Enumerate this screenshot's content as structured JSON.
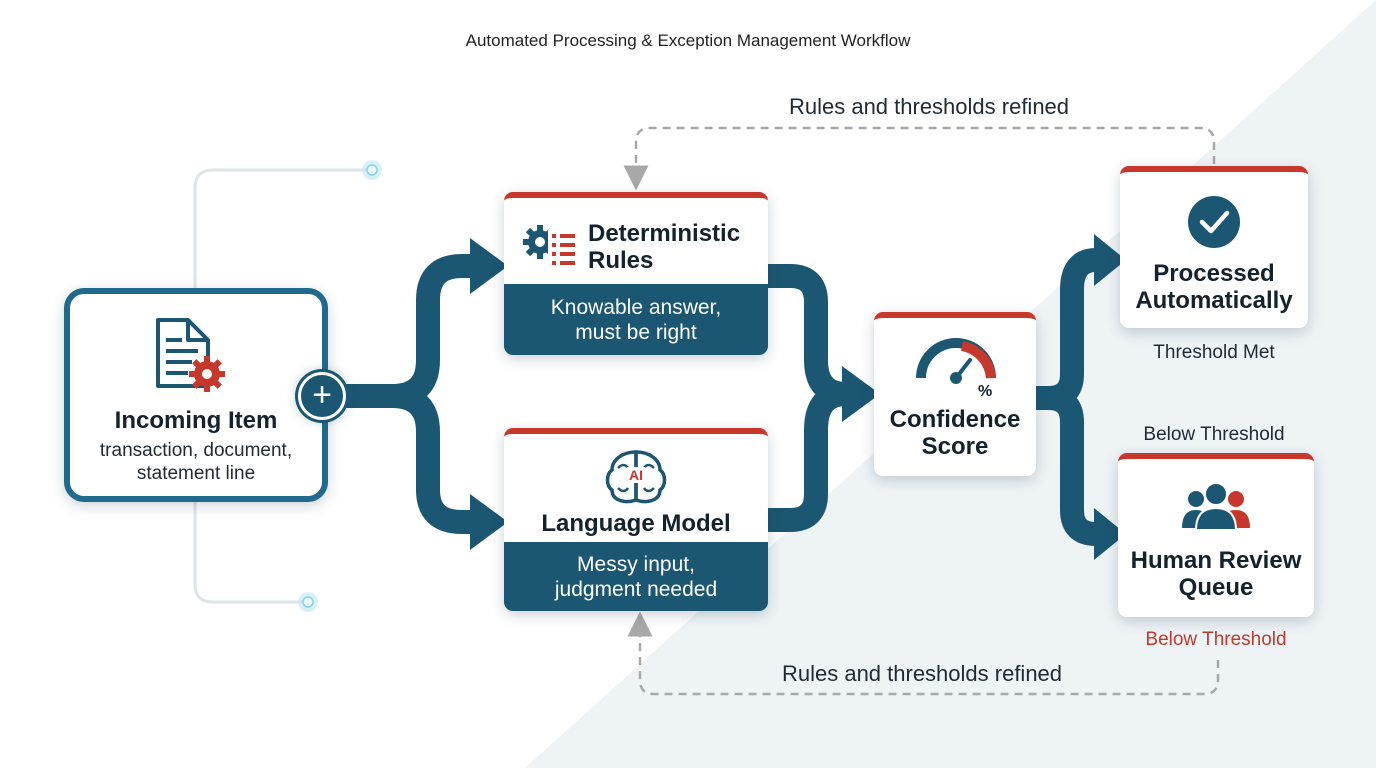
{
  "title": "Automated Processing & Exception Management Workflow",
  "feedback_top_label": "Rules and thresholds refined",
  "feedback_bottom_label": "Rules and thresholds refined",
  "incoming": {
    "title": "Incoming Item",
    "subtitle_line1": "transaction, document,",
    "subtitle_line2": "statement line",
    "expand_symbol": "+"
  },
  "deterministic": {
    "title_line1": "Deterministic",
    "title_line2": "Rules",
    "band_line1": "Knowable answer,",
    "band_line2": "must be right"
  },
  "language_model": {
    "icon_text": "AI",
    "title": "Language Model",
    "band_line1": "Messy input,",
    "band_line2": "judgment needed"
  },
  "confidence": {
    "title_line1": "Confidence",
    "title_line2": "Score",
    "gauge_symbol": "%"
  },
  "processed": {
    "title_line1": "Processed",
    "title_line2": "Automatically",
    "note": "Threshold Met"
  },
  "review": {
    "title_line1": "Human Review",
    "title_line2": "Queue",
    "note_above": "Below Threshold",
    "note_below": "Below Threshold"
  },
  "colors": {
    "flow": "#1b5772",
    "accent": "#c8372c",
    "dashed": "#a8a8a8"
  },
  "icons": {
    "incoming": "document-gear-icon",
    "deterministic": "gear-list-icon",
    "language_model": "brain-ai-icon",
    "confidence": "gauge-icon",
    "processed": "check-circle-icon",
    "review": "people-icon"
  }
}
